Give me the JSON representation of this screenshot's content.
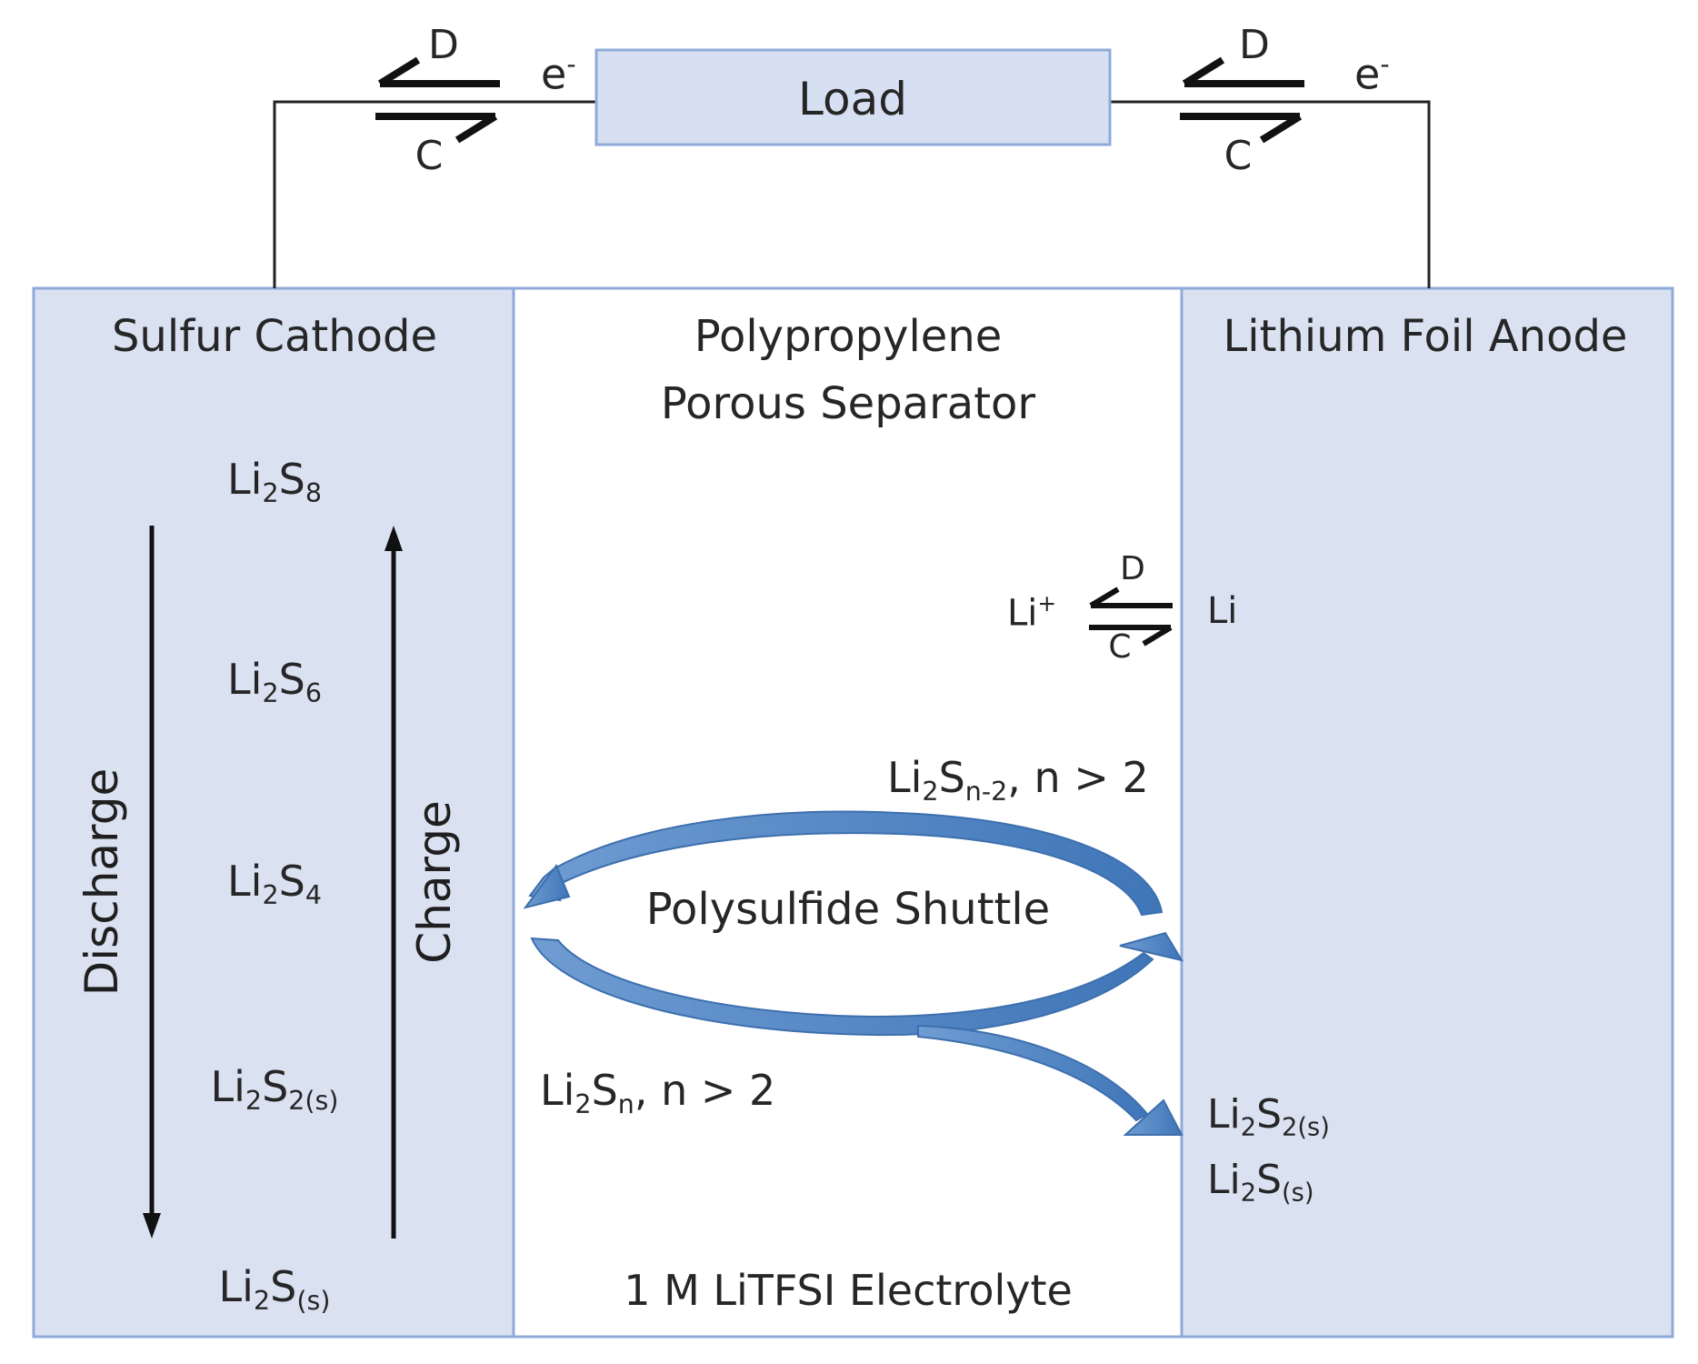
{
  "circuit": {
    "load_label": "Load",
    "left_reaction": {
      "forward": "D",
      "reverse": "C",
      "electron": "e",
      "electron_charge": "-"
    },
    "right_reaction": {
      "forward": "D",
      "reverse": "C",
      "electron": "e",
      "electron_charge": "-"
    }
  },
  "cathode": {
    "title": "Sulfur Cathode",
    "species": [
      {
        "base": "Li",
        "n1": "2",
        "el": "S",
        "n2": "8"
      },
      {
        "base": "Li",
        "n1": "2",
        "el": "S",
        "n2": "6"
      },
      {
        "base": "Li",
        "n1": "2",
        "el": "S",
        "n2": "4"
      },
      {
        "base": "Li",
        "n1": "2",
        "el": "S",
        "n2": "2(s)"
      },
      {
        "base": "Li",
        "n1": "2",
        "el": "S",
        "n2": "(s)"
      }
    ],
    "discharge_label": "Discharge",
    "charge_label": "Charge"
  },
  "separator": {
    "title_line1": "Polypropylene",
    "title_line2": "Porous Separator",
    "shuttle_label": "Polysulfide Shuttle",
    "upper_species": {
      "base": "Li",
      "n1": "2",
      "el": "S",
      "n2": "n-2",
      "tail": ", n > 2"
    },
    "lower_species": {
      "base": "Li",
      "n1": "2",
      "el": "S",
      "n2": "n",
      "tail": ", n > 2"
    },
    "electrolyte_label": "1 M LiTFSI Electrolyte"
  },
  "anode": {
    "title": "Lithium Foil Anode",
    "reaction": {
      "left": "Li",
      "left_charge": "+",
      "forward": "D",
      "reverse": "C",
      "right": "Li"
    },
    "products": [
      {
        "base": "Li",
        "n1": "2",
        "el": "S",
        "n2": "2(s)"
      },
      {
        "base": "Li",
        "n1": "2",
        "el": "S",
        "n2": "(s)"
      }
    ]
  },
  "colors": {
    "electrode_fill": "#dae2f2",
    "electrode_border": "#8faad8",
    "load_fill": "#d6e0f2",
    "shuttle_arrow": "#5b8cc6",
    "wire": "#222222"
  }
}
